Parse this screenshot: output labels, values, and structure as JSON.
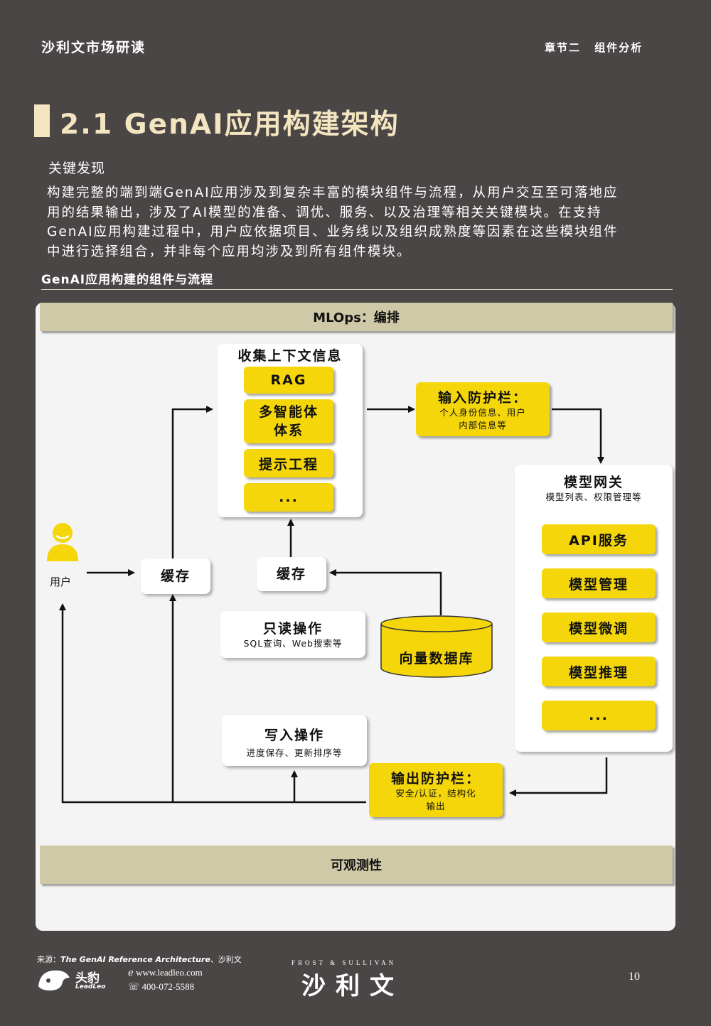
{
  "header": {
    "brand": "沙利文市场研读",
    "chapter": "章节二  组件分析"
  },
  "title": "2.1 GenAI应用构建架构",
  "key_findings": {
    "label": "关键发现",
    "lines": [
      "构建完整的端到端GenAI应用涉及到复杂丰富的模块组件与流程，从用户交互至可落地应",
      "用的结果输出，涉及了AI模型的准备、调优、服务、以及治理等相关关键模块。在支持",
      "GenAI应用构建过程中，用户应依据项目、业务线以及组织成熟度等因素在这些模块组件",
      "中进行选择组合，并非每个应用均涉及到所有组件模块。"
    ]
  },
  "section_label": "GenAI应用构建的组件与流程",
  "diagram": {
    "top_band": "MLOps：编排",
    "bottom_band": "可观测性",
    "user_label": "用户",
    "cache_left": "缓存",
    "cache_mid": "缓存",
    "context": {
      "title": "收集上下文信息",
      "items": [
        "RAG",
        "多智能体体系",
        "提示工程",
        "..."
      ]
    },
    "input_guard": {
      "title": "输入防护栏：",
      "sub1": "个人身份信息、用户",
      "sub2": "内部信息等"
    },
    "gateway": {
      "title": "模型网关",
      "sub": "模型列表、权限管理等",
      "items": [
        "API服务",
        "模型管理",
        "模型微调",
        "模型推理",
        "..."
      ]
    },
    "readonly": {
      "title": "只读操作",
      "sub": "SQL查询、Web搜索等"
    },
    "vector_db": "向量数据库",
    "write": {
      "title": "写入操作",
      "sub": "进度保存、更新排序等"
    },
    "output_guard": {
      "title": "输出防护栏：",
      "sub1": "安全/认证，结构化",
      "sub2": "输出"
    }
  },
  "footer": {
    "source_prefix": "来源：",
    "source_title": "The GenAI Reference Architecture",
    "source_suffix": "、沙利文",
    "brand_cn": "头豹",
    "brand_en": "LeadLeo",
    "url": "www.leadleo.com",
    "tel": "400-072-5588",
    "fs_en": "FROST & SULLIVAN",
    "fs_cn": "沙利文",
    "page": "10"
  },
  "colors": {
    "background": "#4b4646",
    "accent_yellow": "#f4d60b",
    "band": "#d0c9a7",
    "title": "#f3e5bf"
  }
}
